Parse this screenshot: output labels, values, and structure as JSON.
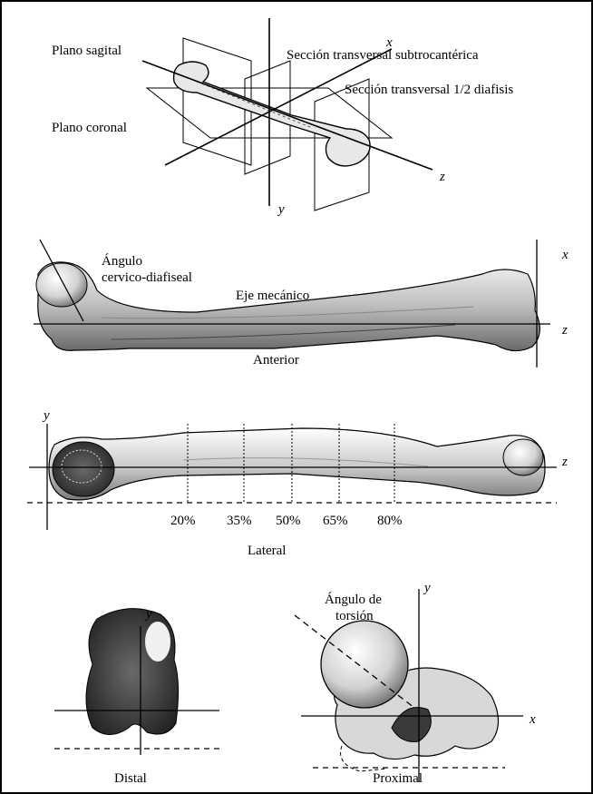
{
  "panel_top": {
    "plano_sagital": "Plano sagital",
    "plano_coronal": "Plano coronal",
    "seccion_subtrocanterica": "Sección transversal subtrocantérica",
    "seccion_media": "Sección transversal 1/2 diafisis",
    "axis_x": "x",
    "axis_y": "y",
    "axis_z": "z"
  },
  "panel_anterior": {
    "angulo_line1": "Ángulo",
    "angulo_line2": "cervico-diafiseal",
    "eje_mecanico": "Eje mecánico",
    "view_label": "Anterior",
    "axis_x": "x",
    "axis_z": "z"
  },
  "panel_lateral": {
    "axis_y": "y",
    "axis_z": "z",
    "percent_labels": [
      "20%",
      "35%",
      "50%",
      "65%",
      "80%"
    ],
    "view_label": "Lateral"
  },
  "panel_distal": {
    "axis_y": "y",
    "view_label": "Distal"
  },
  "panel_proximal": {
    "angulo_line1": "Ángulo de",
    "angulo_line2": "torsión",
    "axis_x": "x",
    "axis_y": "y",
    "view_label": "Proximal"
  }
}
